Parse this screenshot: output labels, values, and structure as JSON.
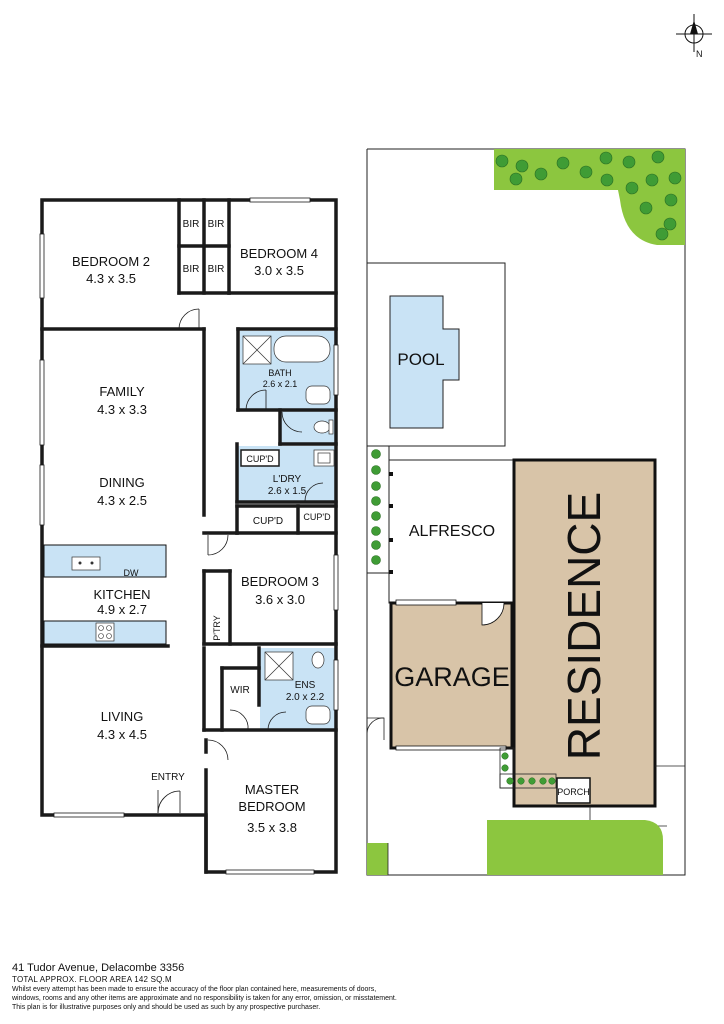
{
  "rooms": {
    "bedroom2": {
      "name": "BEDROOM 2",
      "dims": "4.3 x 3.5"
    },
    "bedroom4": {
      "name": "BEDROOM 4",
      "dims": "3.0 x 3.5"
    },
    "bir": "BIR",
    "bath": {
      "name": "BATH",
      "dims": "2.6 x 2.1"
    },
    "family": {
      "name": "FAMILY",
      "dims": "4.3 x 3.3"
    },
    "dining": {
      "name": "DINING",
      "dims": "4.3 x 2.5"
    },
    "cupd": "CUP'D",
    "laundry": {
      "name": "L'DRY",
      "dims": "2.6 x 1.5"
    },
    "dw": "DW",
    "kitchen": {
      "name": "KITCHEN",
      "dims": "4.9 x 2.7"
    },
    "bedroom3": {
      "name": "BEDROOM 3",
      "dims": "3.6 x 3.0"
    },
    "pantry": "P'TRY",
    "wir": "WIR",
    "ensuite": {
      "name": "ENS",
      "dims": "2.0 x 2.2"
    },
    "living": {
      "name": "LIVING",
      "dims": "4.3 x 4.5"
    },
    "entry": "ENTRY",
    "master": {
      "name1": "MASTER",
      "name2": "BEDROOM",
      "dims": "3.5 x 3.8"
    }
  },
  "site": {
    "pool": "POOL",
    "alfresco": "ALFRESCO",
    "garage": "GARAGE",
    "residence": "RESIDENCE",
    "porch": "PORCH"
  },
  "compass": {
    "north": "N"
  },
  "footer": {
    "address": "41 Tudor Avenue, Delacombe 3356",
    "area": "TOTAL APPROX. FLOOR AREA 142 SQ.M",
    "disclaimer1": "Whilst every attempt has been made to ensure the accuracy of the floor plan contained here, measurements of doors,",
    "disclaimer2": "windows, rooms and any other items are approximate and no responsibility is taken for any error, omission, or misstatement.",
    "disclaimer3": "This plan is for illustrative purposes only and should be used as such by any prospective purchaser."
  },
  "colors": {
    "wet_area": "#c9e3f5",
    "garage": "#d8c4a8",
    "residence": "#d8c4a8",
    "lawn": "#8cc63f",
    "tree": "#3f9c35",
    "wall": "#1a1a1a"
  }
}
